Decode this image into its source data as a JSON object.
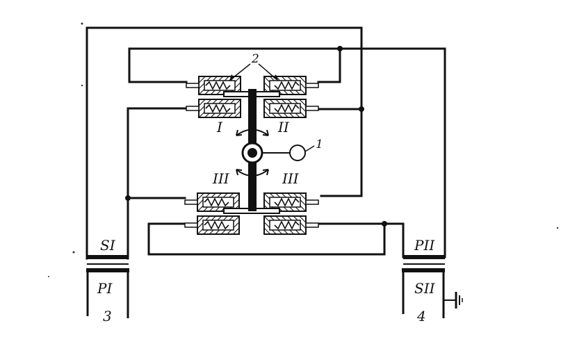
{
  "labels": {
    "contact_group_1": "I",
    "contact_group_2": "II",
    "contact_group_3_left": "III",
    "contact_group_3_right": "III",
    "callout_1": "1",
    "callout_2": "2",
    "callout_3": "3",
    "callout_4": "4",
    "terminal_s1": "SI",
    "terminal_p2": "PII",
    "terminal_p1": "PI",
    "terminal_s2": "SII"
  },
  "colors": {
    "ink": "#111111",
    "paper": "#ffffff"
  }
}
